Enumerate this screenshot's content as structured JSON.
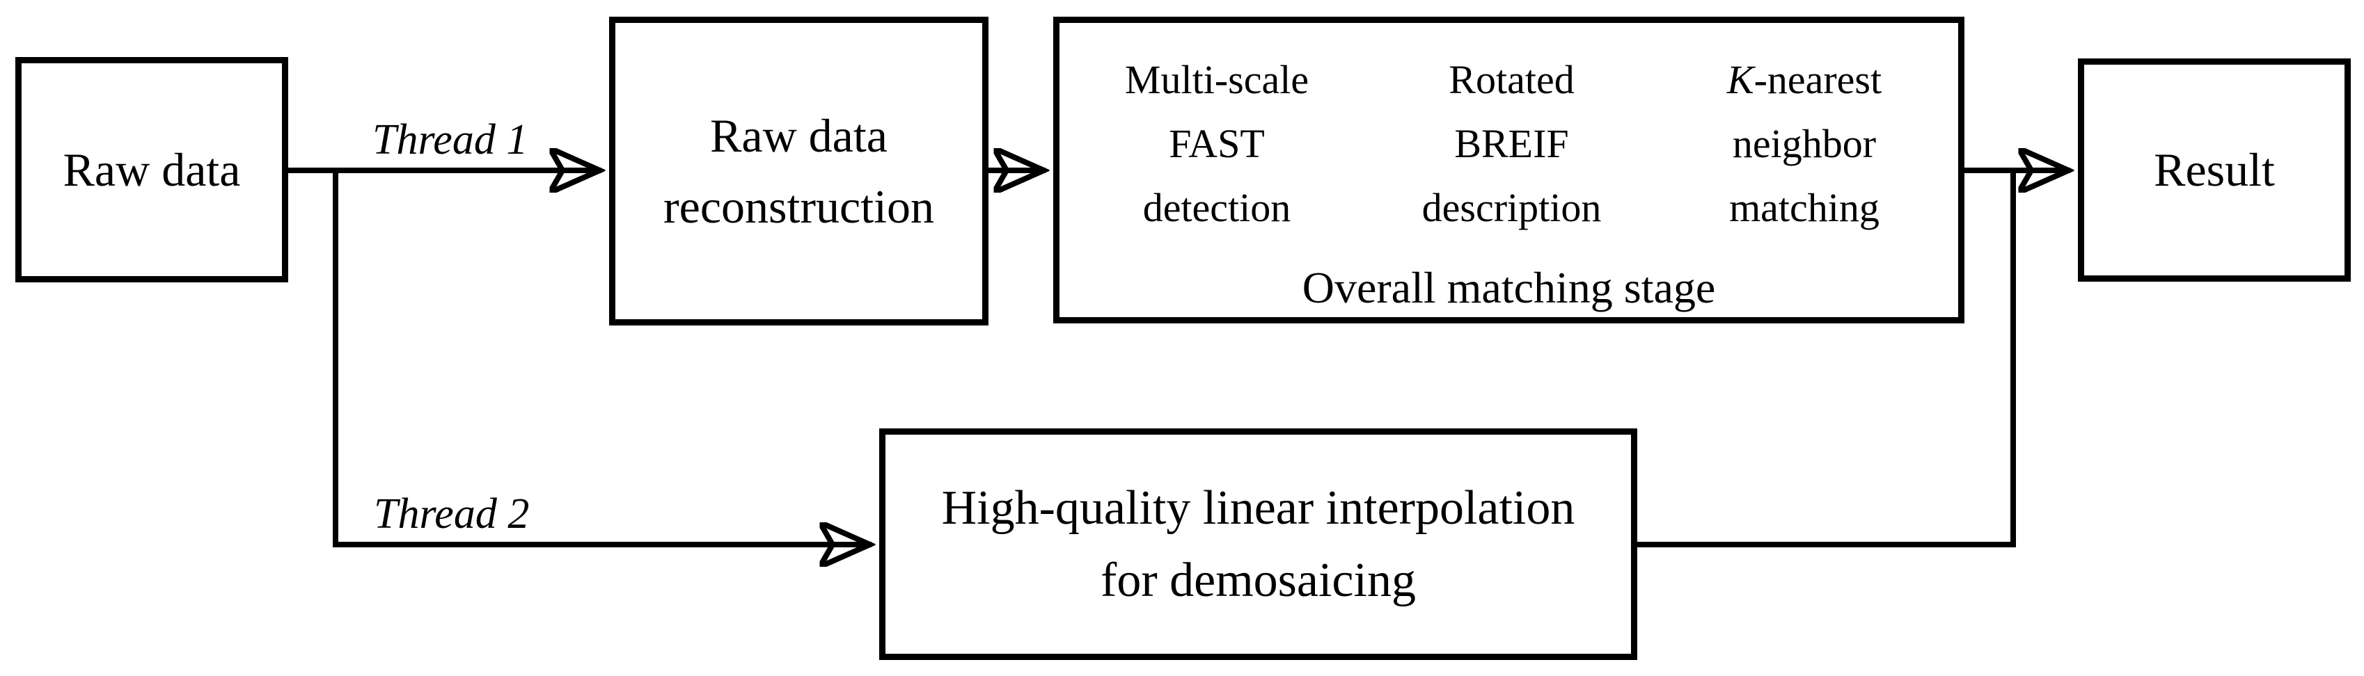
{
  "colors": {
    "background": "#ffffff",
    "line": "#000000",
    "text": "#000000"
  },
  "nodes": {
    "raw_data": {
      "label": "Raw data"
    },
    "reconstruction": {
      "label": "Raw data\nreconstruction"
    },
    "overall": {
      "caption": "Overall matching stage"
    },
    "fast": {
      "label": "Multi-scale\nFAST\ndetection"
    },
    "breif": {
      "label": "Rotated\nBREIF\ndescription"
    },
    "knn": {
      "label_prefix": "K",
      "label_rest": "-nearest\nneighbor\nmatching"
    },
    "demosaic": {
      "label": "High-quality linear interpolation\nfor demosaicing"
    },
    "result": {
      "label": "Result"
    }
  },
  "edges": {
    "thread1": {
      "label": "Thread 1"
    },
    "thread2": {
      "label": "Thread 2"
    }
  }
}
